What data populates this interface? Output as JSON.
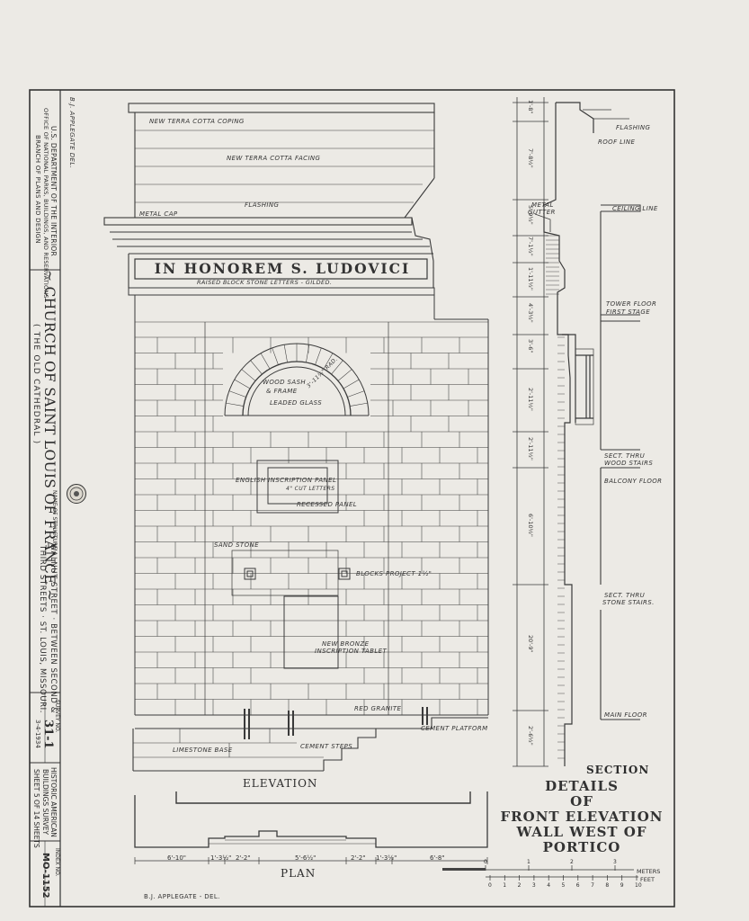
{
  "title_block": {
    "agency_1": "U.S. DEPARTMENT OF THE INTERIOR",
    "agency_2": "OFFICE OF NATIONAL PARKS, BUILDINGS, AND RESERVATIONS",
    "agency_3": "BRANCH OF PLANS AND DESIGN",
    "delineator_top": "B.J. APPLEGATE  DEL.",
    "structure_caption": "NAME OF STRUCTURE",
    "structure_name": "~ CHURCH OF SAINT LOUIS OF FRANCE ~",
    "structure_alt": "( THE OLD CATHEDRAL )",
    "location_1": "WALNUT STREET · BETWEEN SECOND &",
    "location_2": "THIRD STREETS · ST. LOUIS, MISSOURI.",
    "survey_caption": "SURVEY NO.",
    "survey_no": "31-1",
    "survey_date": "3-4-1934",
    "habs_1": "HISTORIC AMERICAN",
    "habs_2": "BUILDINGS SURVEY",
    "sheet_text": "SHEET 5 OF 14 SHEETS",
    "index_caption": "INDEX NO.",
    "index_no": "MO-1152"
  },
  "elevation": {
    "inscription": "IN HONOREM S. LUDOVICI",
    "notes": {
      "coping": "NEW TERRA COTTA COPING",
      "facing": "NEW TERRA COTTA FACING",
      "flashing": "FLASHING",
      "metal_cap": "METAL CAP",
      "letters": "RAISED BLOCK STONE LETTERS - GILDED.",
      "wood_sash": "WOOD SASH",
      "frame": "& FRAME",
      "leaded": "LEADED GLASS",
      "english": "ENGLISH INSCRIPTION PANEL",
      "cut_letters": "4\" CUT LETTERS",
      "recessed": "RECESSED PANEL",
      "sand_stone": "SAND STONE",
      "blocks": "BLOCKS PROJECT 1½\"",
      "bronze_1": "NEW BRONZE",
      "bronze_2": "INSCRIPTION TABLET",
      "red_granite": "RED GRANITE",
      "cement_platform": "CEMENT PLATFORM",
      "limestone": "LIMESTONE BASE",
      "cement_steps": "CEMENT STEPS",
      "arch_dim": "3'-11½\" RAD."
    },
    "caption": "ELEVATION"
  },
  "section": {
    "flashing": "FLASHING",
    "roof_line": "ROOF LINE",
    "metal_gutter_1": "METAL",
    "metal_gutter_2": "GUTTER",
    "ceiling_line": "CEILING LINE",
    "tower_1": "TOWER FLOOR",
    "tower_2": "FIRST STAGE",
    "sect_wood_1": "SECT. THRU",
    "sect_wood_2": "WOOD STAIRS",
    "balcony": "BALCONY FLOOR",
    "sect_stone_1": "SECT. THRU",
    "sect_stone_2": "STONE STAIRS.",
    "main_floor": "MAIN FLOOR",
    "caption": "SECTION"
  },
  "dimensions": {
    "vertical": [
      "1'-8\"",
      "7'-8½\"",
      "5'-9½\"",
      "7'-1½\"",
      "1'-11½\"",
      "4'-3½\"",
      "3'-6\"",
      "2'-11½\"",
      "2'-11½\"",
      "6'-10½\"",
      "20'-9\"",
      "2'-6½\""
    ],
    "plan": [
      "6'-10\"",
      "1'-3½\"",
      "2'-2\"",
      "5'-6½\"",
      "2'-2\"",
      "1'-3½\"",
      "6'-8\""
    ]
  },
  "plan": {
    "caption": "PLAN"
  },
  "sheet_title": {
    "line1": "DETAILS",
    "line2": "OF",
    "line3": "FRONT ELEVATION",
    "line4": "WALL WEST OF",
    "line5": "PORTICO"
  },
  "scale": {
    "meters": "METERS",
    "feet": "FEET",
    "meter_ticks": [
      "0",
      "1",
      "2",
      "3"
    ],
    "feet_ticks": [
      "0",
      "1",
      "2",
      "3",
      "4",
      "5",
      "6",
      "7",
      "8",
      "9",
      "10"
    ]
  },
  "delineator_bottom": "B.J. APPLEGATE - DEL."
}
